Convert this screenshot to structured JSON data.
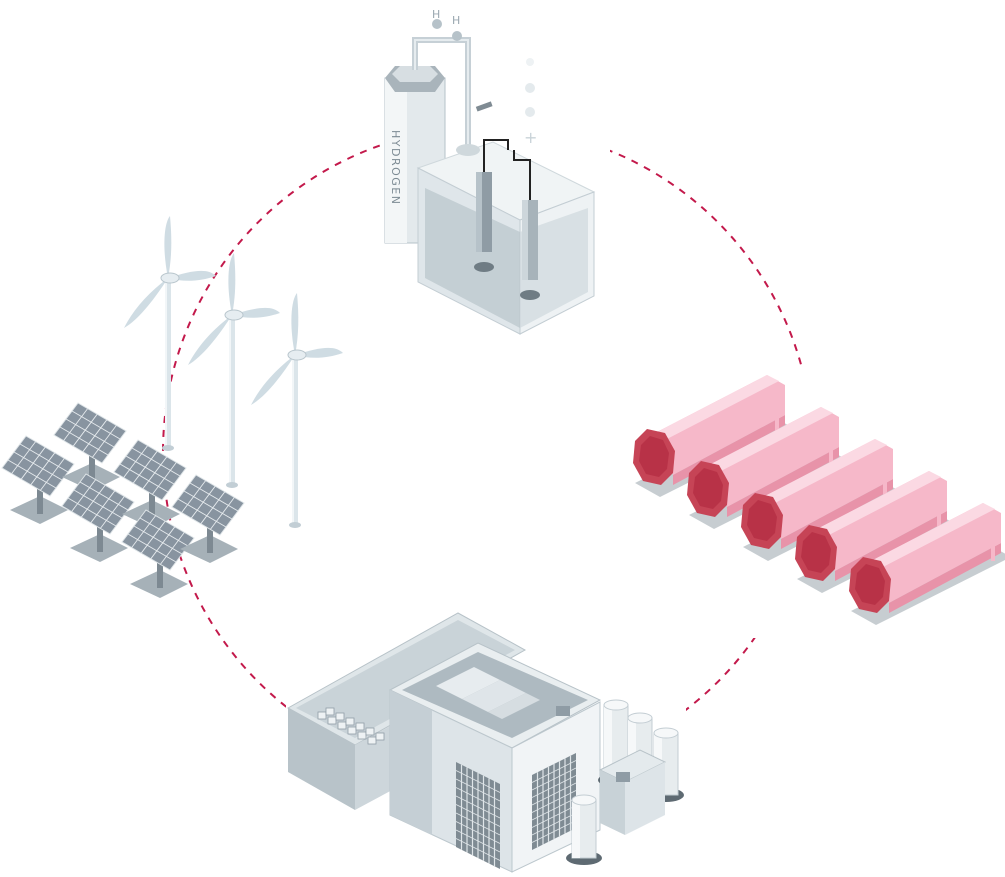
{
  "colors": {
    "cycle_line": "#c3194b",
    "pipeline_tanks": "#f6b8c9",
    "pipeline_dark": "#c64456",
    "equipment": "#d5dde2",
    "equipment_dark": "#9aa7b0"
  },
  "labels": {
    "hydrogen_tank": "HYDROGEN",
    "electrolysis_top_symbols": "H H"
  },
  "nodes": [
    {
      "name": "hydrogen-electrolysis-plant",
      "icon": "electrolyzer-icon"
    },
    {
      "name": "hydrogen-storage-tanks",
      "icon": "storage-tank-icon"
    },
    {
      "name": "industrial-factory",
      "icon": "factory-icon"
    },
    {
      "name": "renewable-energy-farm",
      "icon": "wind-solar-icon"
    }
  ]
}
